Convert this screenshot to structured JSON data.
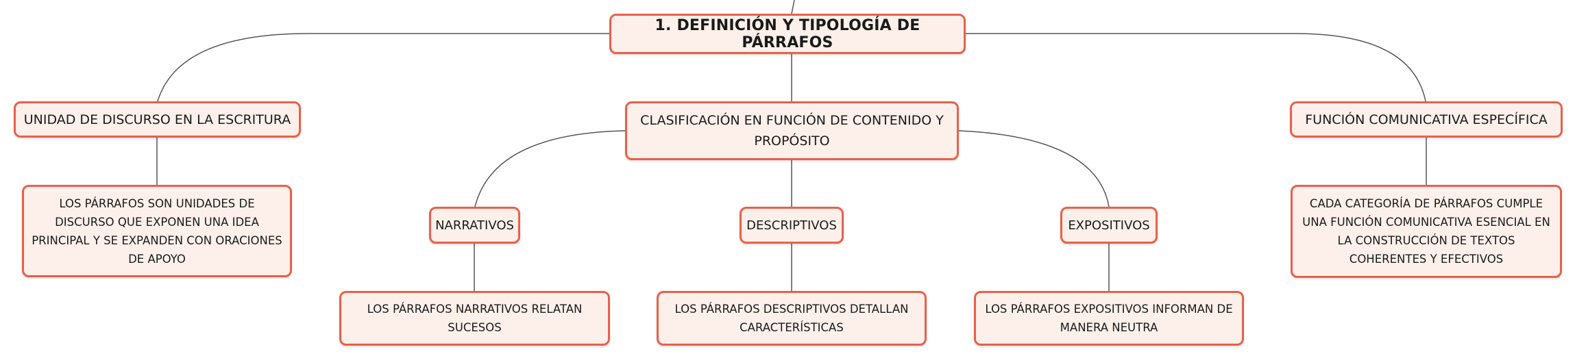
{
  "root": {
    "label": "1. DEFINICIÓN Y TIPOLOGÍA DE PÁRRAFOS"
  },
  "branches": [
    {
      "label": "UNIDAD DE DISCURSO EN LA ESCRITURA",
      "detail": "LOS PÁRRAFOS SON UNIDADES DE DISCURSO QUE EXPONEN UNA IDEA PRINCIPAL Y SE EXPANDEN CON ORACIONES DE APOYO"
    },
    {
      "label": "CLASIFICACIÓN EN FUNCIÓN DE CONTENIDO Y PROPÓSITO",
      "children": [
        {
          "label": "NARRATIVOS",
          "detail": "LOS PÁRRAFOS NARRATIVOS RELATAN SUCESOS"
        },
        {
          "label": "DESCRIPTIVOS",
          "detail": "LOS PÁRRAFOS DESCRIPTIVOS DETALLAN CARACTERÍSTICAS"
        },
        {
          "label": "EXPOSITIVOS",
          "detail": "LOS PÁRRAFOS EXPOSITIVOS INFORMAN DE MANERA NEUTRA"
        }
      ]
    },
    {
      "label": "FUNCIÓN COMUNICATIVA ESPECÍFICA",
      "detail": "CADA CATEGORÍA DE PÁRRAFOS CUMPLE UNA FUNCIÓN COMUNICATIVA ESENCIAL EN LA CONSTRUCCIÓN DE TEXTOS COHERENTES Y EFECTIVOS"
    }
  ],
  "colors": {
    "border": "#e8604a",
    "fill": "#fdf0ea",
    "line": "#555555"
  }
}
